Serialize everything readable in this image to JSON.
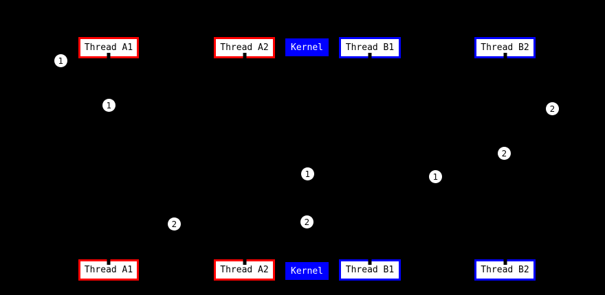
{
  "diagram": {
    "background_color": "#000000",
    "colors": {
      "thread_a_border": "#ff0000",
      "thread_b_border": "#0000ff",
      "kernel_fill": "#0000ff",
      "box_fill": "#ffffff",
      "box_text": "#000000",
      "kernel_text": "#ffffff",
      "badge_fill": "#ffffff",
      "badge_text": "#000000"
    },
    "actors": [
      {
        "id": "thread-a1",
        "label": "Thread A1",
        "color": "#ff0000"
      },
      {
        "id": "thread-a2",
        "label": "Thread A2",
        "color": "#ff0000"
      },
      {
        "id": "kernel",
        "label": "Kernel",
        "color": "#0000ff"
      },
      {
        "id": "thread-b1",
        "label": "Thread B1",
        "color": "#0000ff"
      },
      {
        "id": "thread-b2",
        "label": "Thread B2",
        "color": "#0000ff"
      }
    ],
    "badges": [
      {
        "label": "1"
      },
      {
        "label": "1"
      },
      {
        "label": "2"
      },
      {
        "label": "2"
      },
      {
        "label": "1"
      },
      {
        "label": "1"
      },
      {
        "label": "2"
      },
      {
        "label": "2"
      }
    ]
  }
}
